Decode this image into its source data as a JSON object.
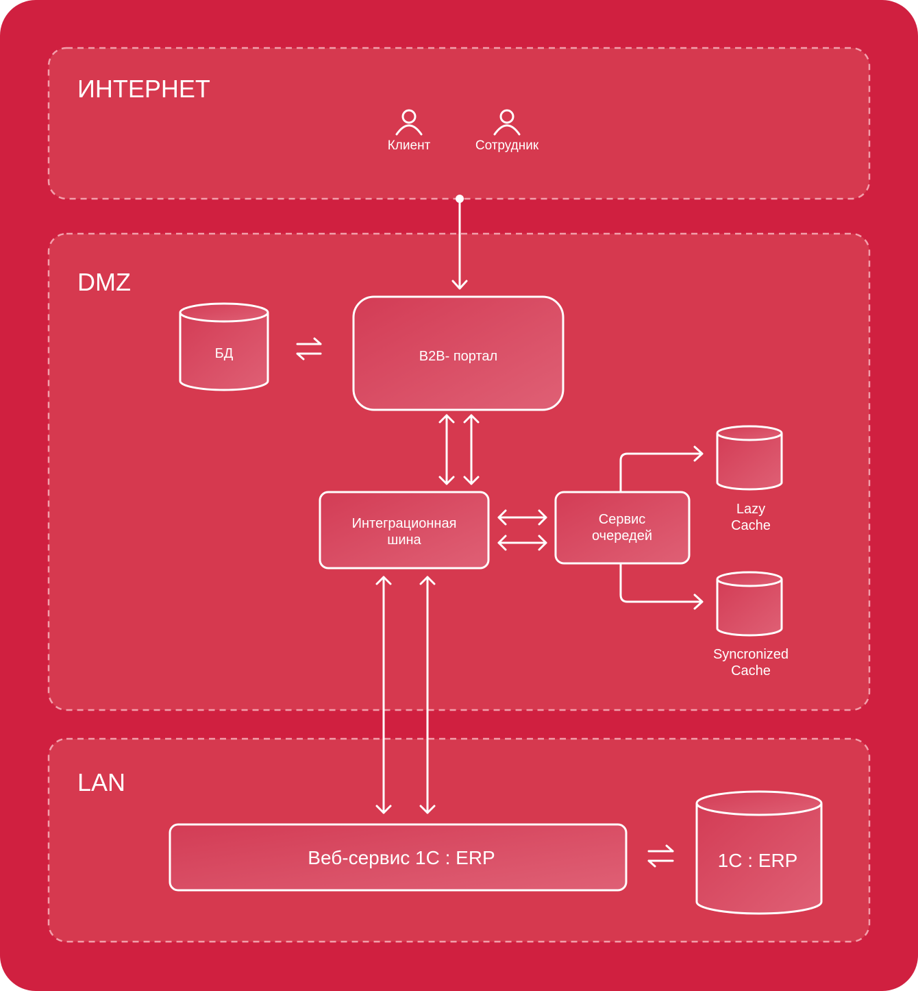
{
  "zones": {
    "internet": "ИНТЕРНЕТ",
    "dmz": "DMZ",
    "lan": "LAN"
  },
  "actors": [
    {
      "label": "Клиент",
      "icon": "user-icon"
    },
    {
      "label": "Сотрудник",
      "icon": "user-icon"
    }
  ],
  "nodes": {
    "db": "БД",
    "portal": "B2B- портал",
    "bus_line1": "Интеграционная",
    "bus_line2": "шина",
    "queue_line1": "Сервис",
    "queue_line2": "очередей",
    "lazy_line1": "Lazy",
    "lazy_line2": "Cache",
    "sync_line1": "Syncronized",
    "sync_line2": "Cache",
    "webservice": "Веб-сервис 1С : ERP",
    "erp": "1С : ERP"
  },
  "colors": {
    "background": "#d02040",
    "zone_fill": "#d6394f",
    "zone_border": "#f2a0ac",
    "stroke": "#ffffff"
  }
}
